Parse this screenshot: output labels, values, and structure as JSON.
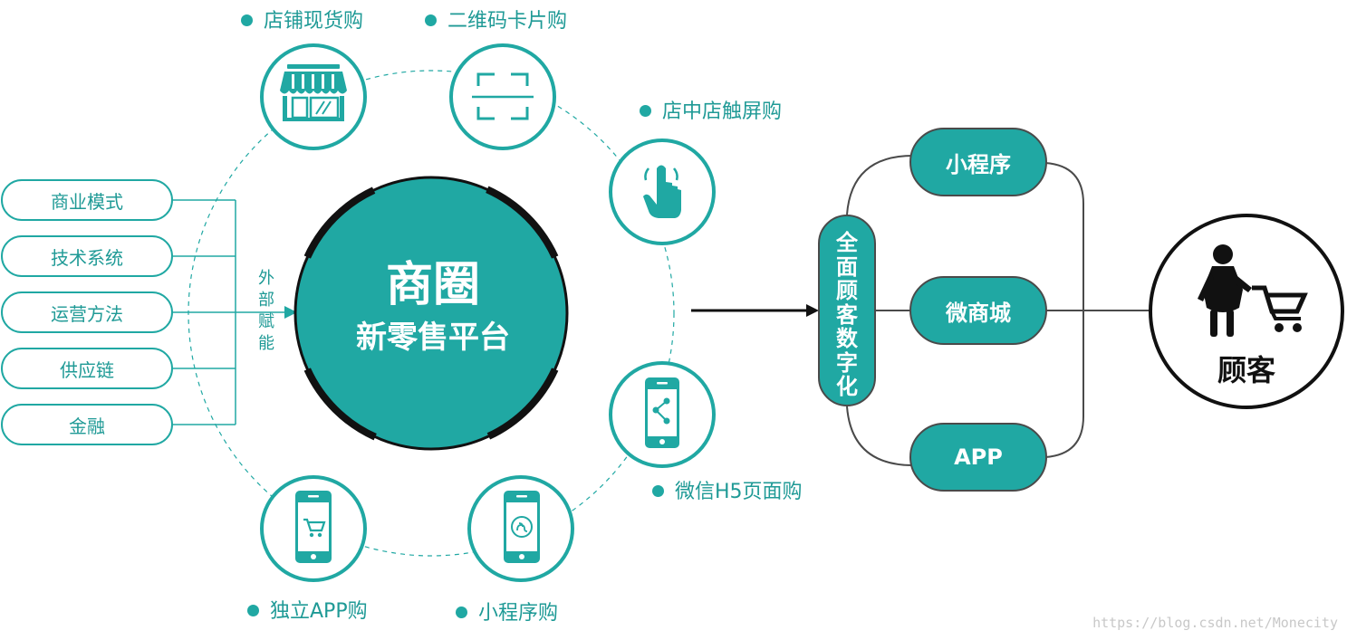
{
  "left_inputs": [
    "商业模式",
    "技术系统",
    "运营方法",
    "供应链",
    "金融"
  ],
  "empower_label": [
    "外",
    "部",
    "赋",
    "能"
  ],
  "center": {
    "line1": "商圈",
    "line2": "新零售平台"
  },
  "channels": {
    "store": "店铺现货购",
    "qrcode": "二维码卡片购",
    "touch": "店中店触屏购",
    "wechat": "微信H5页面购",
    "miniprog": "小程序购",
    "app": "独立APP购"
  },
  "digital": [
    "全",
    "面",
    "顾",
    "客",
    "数",
    "字",
    "化"
  ],
  "right_channels": [
    "小程序",
    "微商城",
    "APP"
  ],
  "customer": "顾客",
  "watermark": "https://blog.csdn.net/Monecity",
  "colors": {
    "teal": "#20a8a3",
    "dark": "#111111",
    "line": "#4a4a4a"
  }
}
